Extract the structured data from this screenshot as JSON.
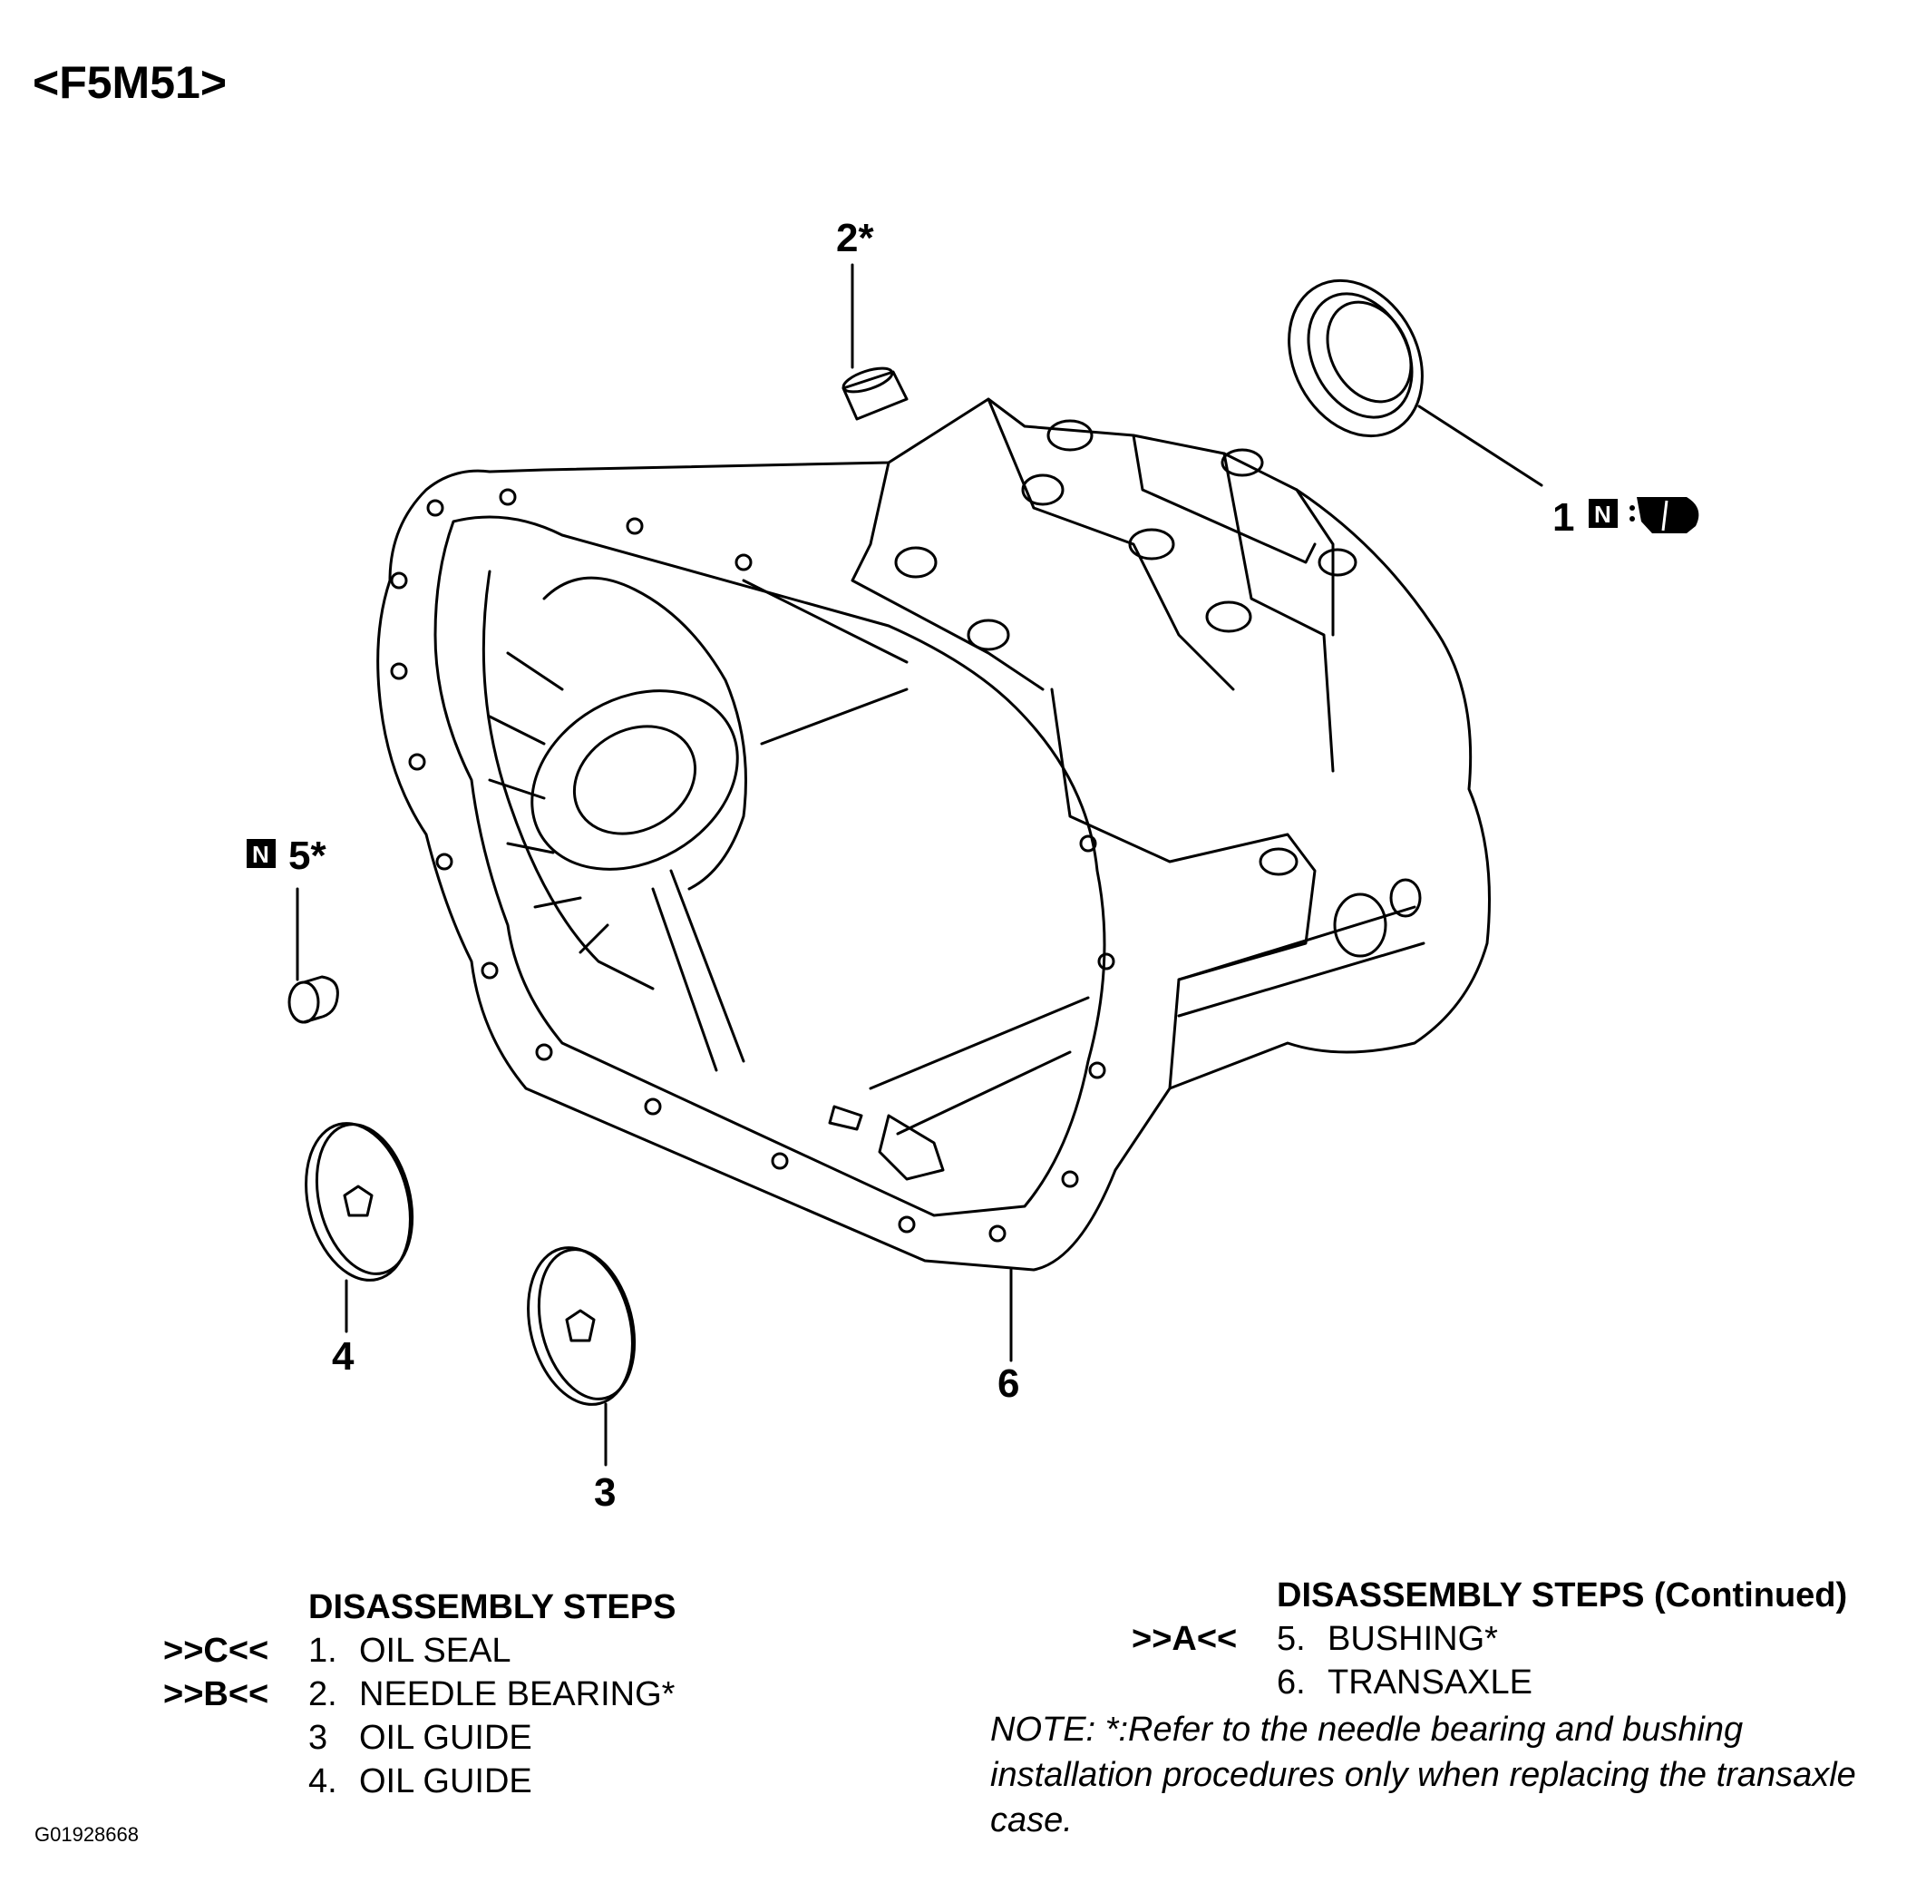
{
  "title": "<F5M51>",
  "callouts": {
    "c1": "1",
    "c2": "2*",
    "c3": "3",
    "c4": "4",
    "c5": "5*",
    "c6": "6",
    "n_badge": "N"
  },
  "steps_left": {
    "heading": "DISASSEMBLY STEPS",
    "items": [
      {
        "code": ">>C<<",
        "num": "1.",
        "label": "OIL SEAL"
      },
      {
        "code": ">>B<<",
        "num": "2.",
        "label": "NEEDLE BEARING*"
      },
      {
        "code": "",
        "num": "3",
        "label": "OIL GUIDE"
      },
      {
        "code": "",
        "num": "4.",
        "label": "OIL GUIDE"
      }
    ]
  },
  "steps_right": {
    "heading": "DISASSEMBLY STEPS (Continued)",
    "items": [
      {
        "code": ">>A<<",
        "num": "5.",
        "label": "BUSHING*"
      },
      {
        "code": "",
        "num": "6.",
        "label": "TRANSAXLE"
      }
    ]
  },
  "note": "NOTE: *:Refer to the needle bearing and bushing installation procedures only when replacing the transaxle case.",
  "figure_id": "G01928668"
}
